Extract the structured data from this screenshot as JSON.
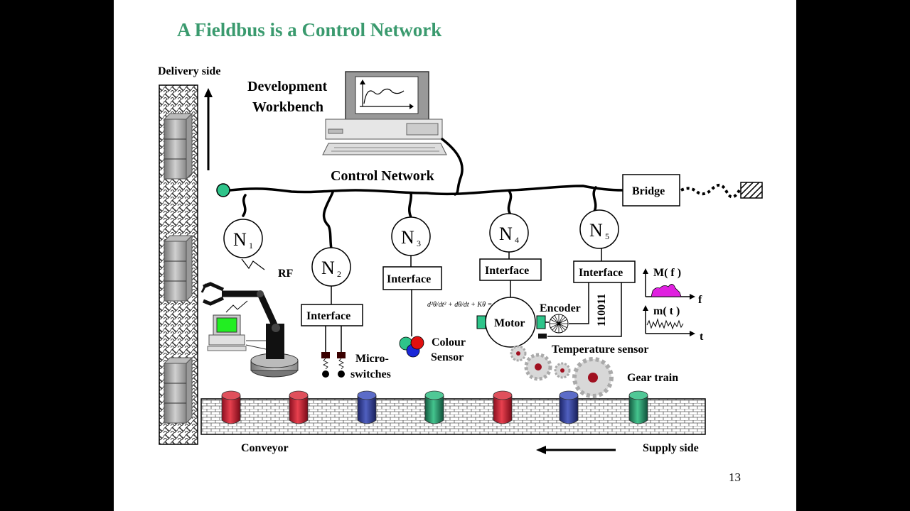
{
  "slide": {
    "title": "A Fieldbus is a Control Network",
    "page_number": "13"
  },
  "labels": {
    "delivery_side": "Delivery side",
    "development_workbench_line1": "Development",
    "development_workbench_line2": "Workbench",
    "control_network": "Control Network",
    "bridge": "Bridge",
    "rf": "RF",
    "micro_switches_line1": "Micro-",
    "micro_switches_line2": "switches",
    "colour_sensor_line1": "Colour",
    "colour_sensor_line2": "Sensor",
    "motor": "Motor",
    "encoder": "Encoder",
    "temperature_sensor": "Temperature sensor",
    "gear_train": "Gear train",
    "conveyor": "Conveyor",
    "supply_side": "Supply side",
    "encoder_bits": "110011",
    "equation": "d²θ/dt² + dθ/dt + Kθ = u₀"
  },
  "nodes": [
    {
      "letter": "N",
      "index": "1"
    },
    {
      "letter": "N",
      "index": "2"
    },
    {
      "letter": "N",
      "index": "3"
    },
    {
      "letter": "N",
      "index": "4"
    },
    {
      "letter": "N",
      "index": "5"
    }
  ],
  "interfaces": {
    "n2": "Interface",
    "n3": "Interface",
    "n4": "Interface",
    "n5": "Interface"
  },
  "graphs": {
    "freq_label": "M( f )",
    "freq_axis": "f",
    "time_label": "m( t )",
    "time_axis": "t"
  },
  "colors": {
    "title_green": "#3a9a6e",
    "node_green": "#2ec48a",
    "bottle_red": "#d42a3c",
    "bottle_blue": "#3a4aa8",
    "bottle_green": "#2e9e74",
    "spectrum_magenta": "#e020e0",
    "gear_red": "#a01020"
  },
  "conveyor_items": [
    "red",
    "red",
    "blue",
    "green",
    "red",
    "blue",
    "green"
  ]
}
